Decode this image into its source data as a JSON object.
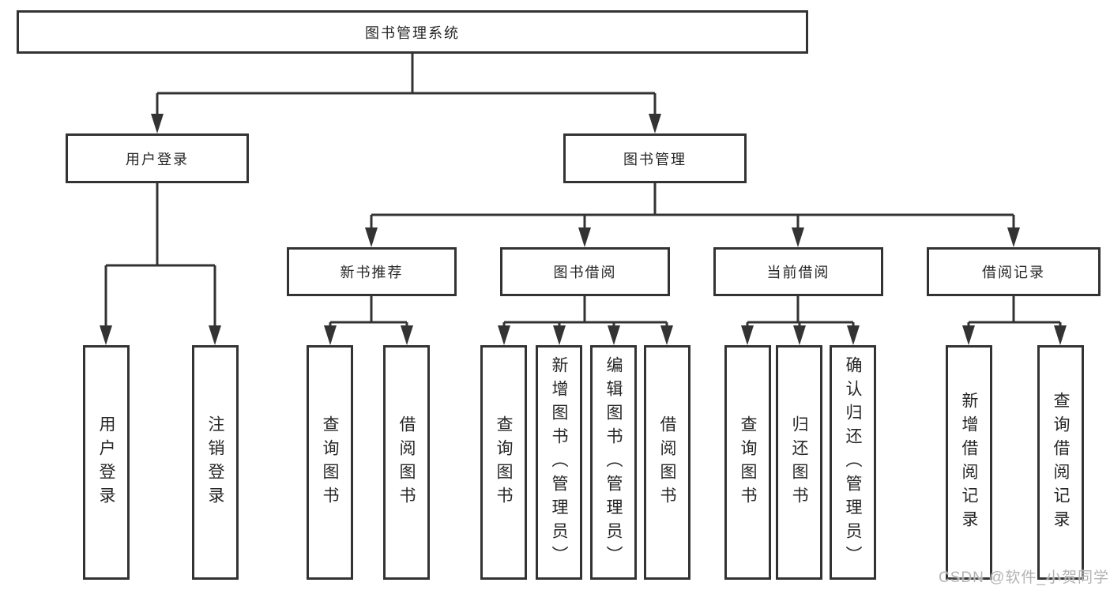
{
  "diagram": {
    "root": {
      "label": "图书管理系统"
    },
    "branches": [
      {
        "label": "用户登录",
        "children": [
          {
            "label": "用户登录"
          },
          {
            "label": "注销登录"
          }
        ]
      },
      {
        "label": "图书管理",
        "children": [
          {
            "label": "新书推荐",
            "children": [
              {
                "label": "查询图书"
              },
              {
                "label": "借阅图书"
              }
            ]
          },
          {
            "label": "图书借阅",
            "children": [
              {
                "label": "查询图书"
              },
              {
                "label": "新增图书（管理员）"
              },
              {
                "label": "编辑图书（管理员）"
              },
              {
                "label": "借阅图书"
              }
            ]
          },
          {
            "label": "当前借阅",
            "children": [
              {
                "label": "查询图书"
              },
              {
                "label": "归还图书"
              },
              {
                "label": "确认归还（管理员）"
              }
            ]
          },
          {
            "label": "借阅记录",
            "children": [
              {
                "label": "新增借阅记录"
              },
              {
                "label": "查询借阅记录"
              }
            ]
          }
        ]
      }
    ]
  },
  "watermark": {
    "text": "CSDN @软件_小贺同学"
  },
  "colors": {
    "line": "#333333",
    "text": "#262626",
    "watermark": "#b3b3b3",
    "background": "#ffffff"
  }
}
